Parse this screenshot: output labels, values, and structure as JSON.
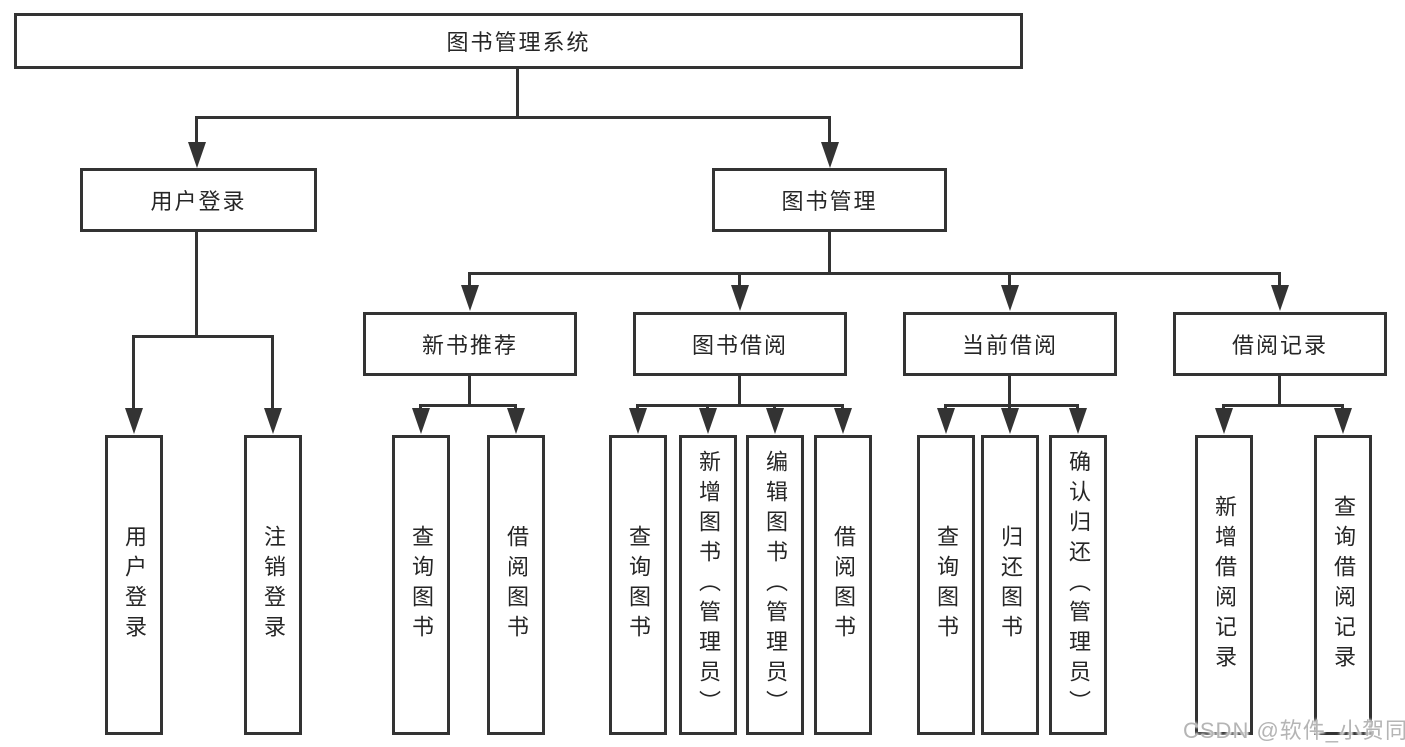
{
  "meta": {
    "colors": {
      "line": "#333333",
      "box_background": "#ffffff",
      "text": "#262626",
      "watermark": "#b5b5b5"
    }
  },
  "tree": {
    "root": {
      "label": "图书管理系统",
      "children": [
        {
          "label": "用户登录",
          "children": [
            {
              "label": "用户登录"
            },
            {
              "label": "注销登录"
            }
          ]
        },
        {
          "label": "图书管理",
          "children": [
            {
              "label": "新书推荐",
              "children": [
                {
                  "label": "查询图书"
                },
                {
                  "label": "借阅图书"
                }
              ]
            },
            {
              "label": "图书借阅",
              "children": [
                {
                  "label": "查询图书"
                },
                {
                  "label": "新增图书（管理员）"
                },
                {
                  "label": "编辑图书（管理员）"
                },
                {
                  "label": "借阅图书"
                }
              ]
            },
            {
              "label": "当前借阅",
              "children": [
                {
                  "label": "查询图书"
                },
                {
                  "label": "归还图书"
                },
                {
                  "label": "确认归还（管理员）"
                }
              ]
            },
            {
              "label": "借阅记录",
              "children": [
                {
                  "label": "新增借阅记录"
                },
                {
                  "label": "查询借阅记录"
                }
              ]
            }
          ]
        }
      ]
    }
  },
  "watermark": {
    "text": "CSDN @软件_小贺同学"
  }
}
